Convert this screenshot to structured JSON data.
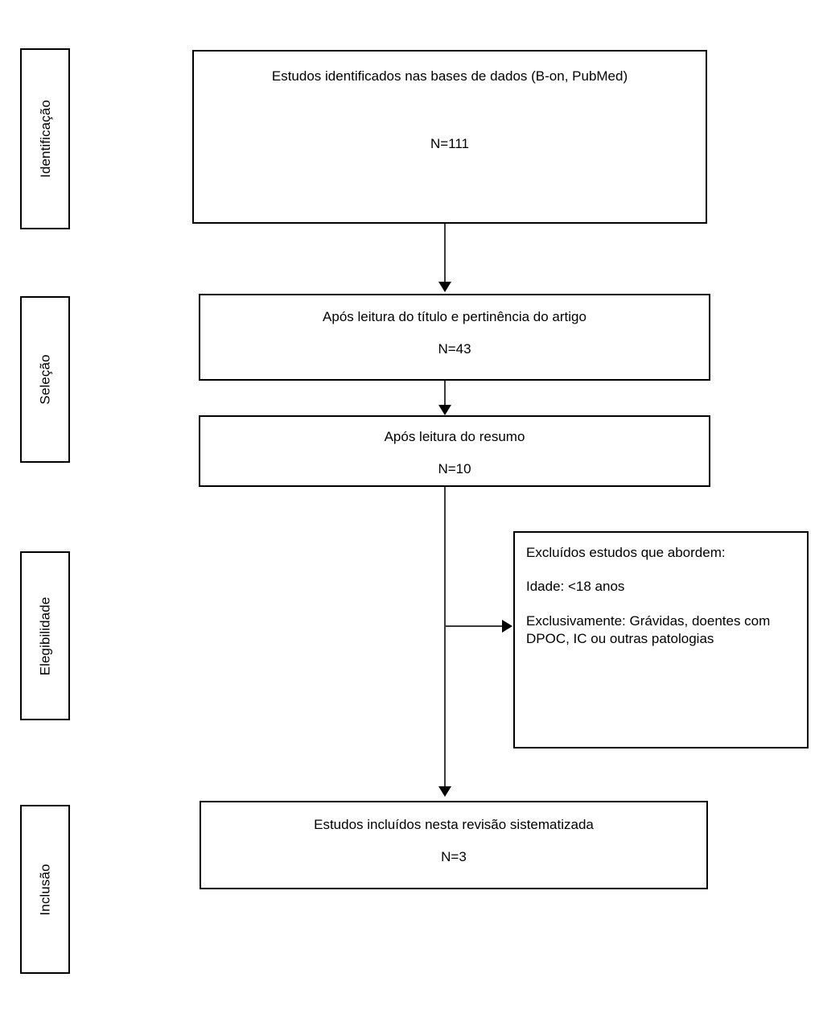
{
  "diagram": {
    "type": "prisma-flow-diagram",
    "language": "pt-PT",
    "stages": [
      {
        "id": "identificacao",
        "label": "Identificação"
      },
      {
        "id": "selecao",
        "label": "Seleção"
      },
      {
        "id": "elegibilidade",
        "label": "Elegibilidade"
      },
      {
        "id": "inclusao",
        "label": "Inclusão"
      }
    ],
    "boxes": {
      "identified": {
        "title": "Estudos identificados nas bases de dados (B-on, PubMed)",
        "count": "N=111"
      },
      "title_screening": {
        "title": "Após leitura do título e pertinência do artigo",
        "count": "N=43"
      },
      "abstract_screening": {
        "title": "Após leitura do resumo",
        "count": "N=10"
      },
      "excluded": {
        "heading": "Excluídos estudos que abordem:",
        "criterion_age": "Idade: <18 anos",
        "criterion_exclusive": "Exclusivamente: Grávidas, doentes com DPOC, IC ou outras patologias"
      },
      "included": {
        "title": "Estudos incluídos nesta revisão sistematizada",
        "count": "N=3"
      }
    },
    "colors": {
      "border": "#000000",
      "connector": "#3a3a3a",
      "background": "#ffffff",
      "text": "#000000"
    }
  }
}
